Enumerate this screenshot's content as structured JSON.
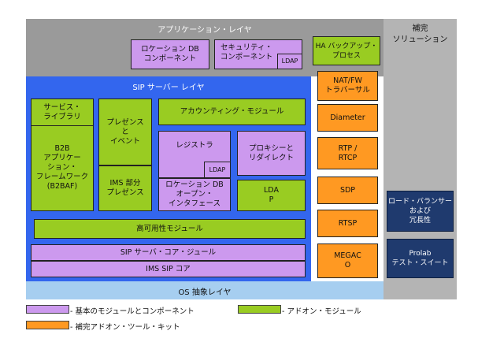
{
  "colors": {
    "app_layer": "#9a9a9a",
    "sip_layer": "#3366ee",
    "os_layer": "#a6cef0",
    "supplemental": "#b4b4b4",
    "base_component": "#cc99ee",
    "addon_module": "#99cc22",
    "addon_toolkit": "#ff9922",
    "solution_box": "#1f3a6e"
  },
  "layers": {
    "application": "アプリケーション・レイヤ",
    "sip_server": "SIP サーバー レイヤ",
    "os": "OS 抽象レイヤ",
    "supplemental": "補完\nソリューション"
  },
  "app_boxes": {
    "location_db": "ロケーション DB\nコンポーネント",
    "security": "セキュリティ・\nコンポーネント",
    "security_ldap": "LDAP"
  },
  "sip_boxes": {
    "services": "サービス・\nライブラリ",
    "b2b": "B2B\nアプリケー\nション・\nフレームワーク\n(B2BAF)",
    "presence_event": "プレゼンス\nと\nイベント",
    "ims_presence": "IMS 部分\nプレゼンス",
    "accounting": "アカウンティング・モジュール",
    "registrar": "レジストラ",
    "registrar_ldap": "LDAP",
    "proxy_redirect": "プロキシーと\nリダイレクト",
    "location_db_api": "ロケーション DB\nオープン・\nインタフェース",
    "lda": "LDA\nP",
    "high_availability": "高可用性モジュール",
    "sip_core_module": "SIP サーバ・コア・ジュール",
    "ims_sip_core": "IMS SIP コア"
  },
  "toolkits": {
    "ha_backup": "HA バックアップ・\nプロセス",
    "nat_fw": "NAT/FW\nトラバーサル",
    "diameter": "Diameter",
    "rtp_rtcp": "RTP /\nRTCP",
    "sdp": "SDP",
    "rtsp": "RTSP",
    "megaco": "MEGAC\nO"
  },
  "solutions": {
    "load_balancer": "ロード・バランサー\nおよび\n冗長性",
    "prolab": "Prolab\nテスト・スイート"
  },
  "legend": {
    "base": "- 基本のモジュールとコンポーネント",
    "addon": "- アドオン・モジュール",
    "toolkit": "- 補完アドオン・ツール・キット"
  }
}
